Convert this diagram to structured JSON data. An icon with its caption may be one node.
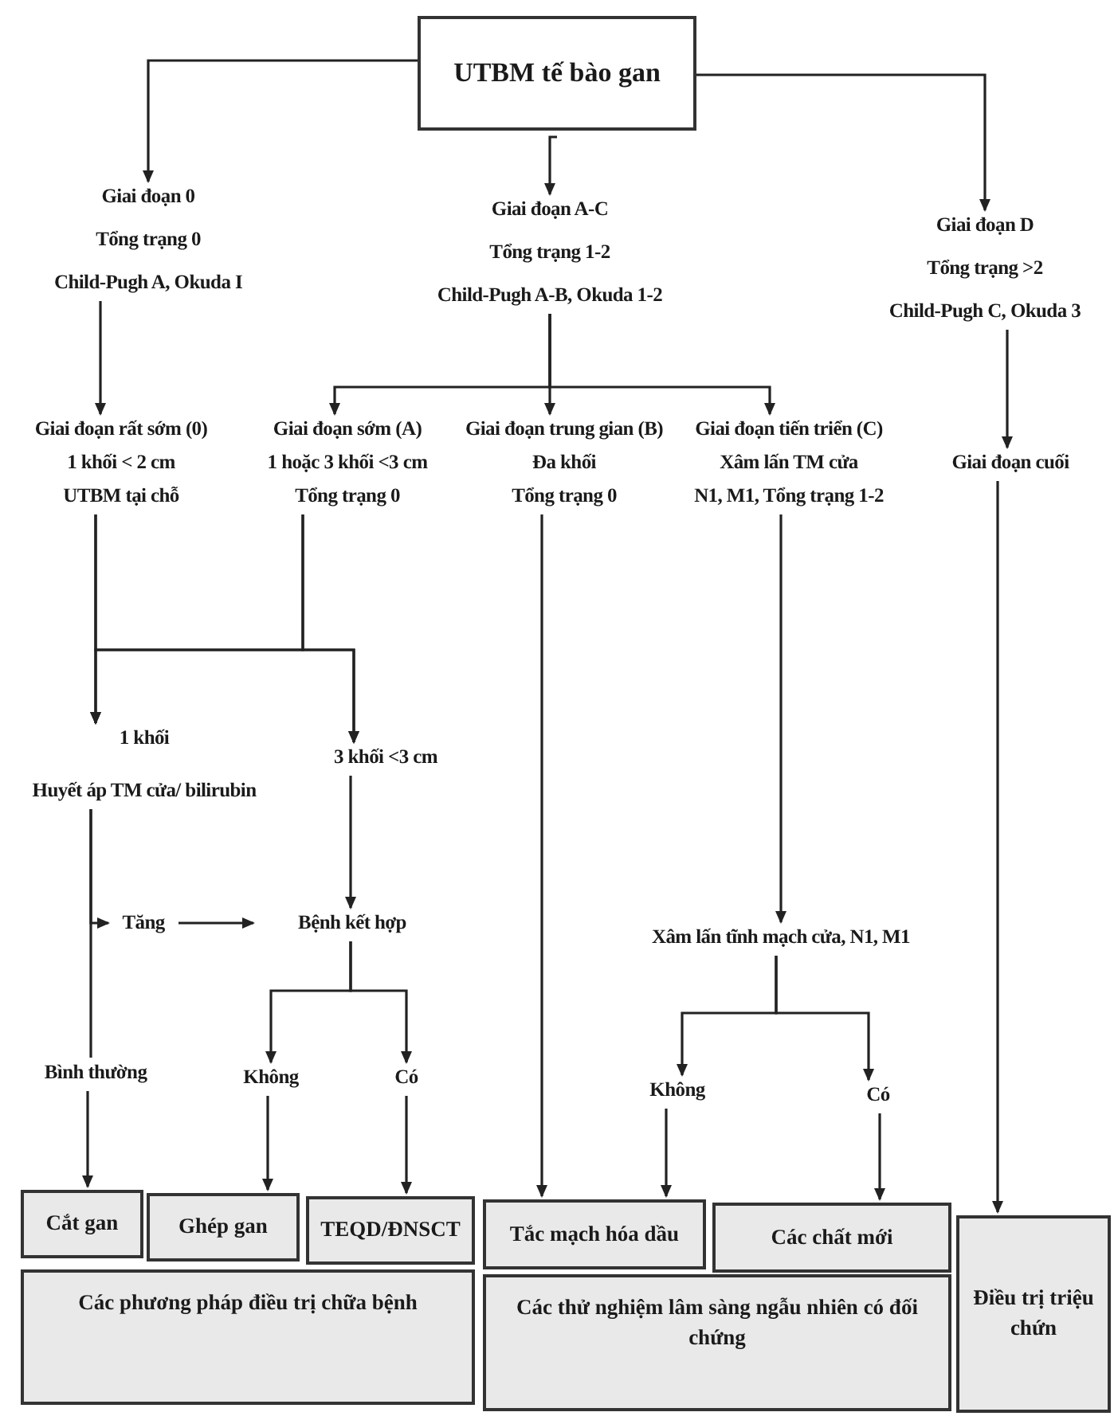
{
  "diagram": {
    "nodes": [
      {
        "text": [
          "UTBM tế bào gan"
        ]
      },
      {
        "text": [
          "Giai đoạn 0",
          "Tổng trạng 0",
          "Child-Pugh A, Okuda I"
        ]
      },
      {
        "text": [
          "Giai đoạn A-C",
          "Tổng trạng 1-2",
          "Child-Pugh A-B, Okuda 1-2"
        ]
      },
      {
        "text": [
          "Giai đoạn D",
          "Tổng trạng >2",
          "Child-Pugh C, Okuda 3"
        ]
      },
      {
        "text": [
          "Giai đoạn rất sớm (0)",
          "1 khối < 2 cm",
          "UTBM tại chỗ"
        ]
      },
      {
        "text": [
          "Giai đoạn sớm (A)",
          "1 hoặc 3 khối <3 cm",
          "Tổng trạng 0"
        ]
      },
      {
        "text": [
          "Giai đoạn trung gian (B)",
          "Đa khối",
          "Tổng trạng 0"
        ]
      },
      {
        "text": [
          "Giai đoạn tiến triển (C)",
          "Xâm lấn TM cửa",
          "N1, M1, Tổng trạng 1-2"
        ]
      },
      {
        "text": [
          "Giai đoạn cuối"
        ]
      },
      {
        "text": [
          "1 khối",
          "Huyết áp TM cửa/ bilirubin"
        ]
      },
      {
        "text": [
          "3 khối <3 cm"
        ]
      },
      {
        "text": [
          "Tăng"
        ]
      },
      {
        "text": [
          "Bệnh kết hợp"
        ]
      },
      {
        "text": [
          "Bình thường"
        ]
      },
      {
        "text": [
          "Không"
        ]
      },
      {
        "text": [
          "Có"
        ]
      },
      {
        "text": [
          "Xâm lấn tĩnh mạch cửa, N1, M1"
        ]
      },
      {
        "text": [
          "Không"
        ]
      },
      {
        "text": [
          "Có"
        ]
      },
      {
        "text": [
          "Cắt gan"
        ]
      },
      {
        "text": [
          "Ghép gan"
        ]
      },
      {
        "text": [
          "TEQD/ĐNSCT"
        ]
      },
      {
        "text": [
          "Tắc mạch hóa dầu"
        ]
      },
      {
        "text": [
          "Các chất mới"
        ]
      },
      {
        "text": [
          "Các phương pháp điều trị chữa bệnh"
        ]
      },
      {
        "text": [
          "Các thử nghiệm lâm sàng ngẫu nhiên có đối chứng"
        ]
      },
      {
        "text": [
          "Điều trị triệu chứn"
        ]
      }
    ],
    "edges": [
      {
        "from": 0,
        "to": 1,
        "arrow": "to"
      },
      {
        "from": 0,
        "to": 2,
        "arrow": "to"
      },
      {
        "from": 0,
        "to": 3,
        "arrow": "to"
      },
      {
        "from": 1,
        "to": 4,
        "arrow": "to"
      },
      {
        "from": 2,
        "to": 5,
        "arrow": "to"
      },
      {
        "from": 2,
        "to": 6,
        "arrow": "to"
      },
      {
        "from": 2,
        "to": 7,
        "arrow": "to"
      },
      {
        "from": 3,
        "to": 8,
        "arrow": "to"
      },
      {
        "from": 4,
        "to": 9,
        "arrow": "to"
      },
      {
        "from": 4,
        "to": 10,
        "arrow": "to"
      },
      {
        "from": 5,
        "to": 9,
        "arrow": "to"
      },
      {
        "from": 5,
        "to": 10,
        "arrow": "to"
      },
      {
        "from": 6,
        "to": 22,
        "arrow": "to"
      },
      {
        "from": 7,
        "to": 16,
        "arrow": "to"
      },
      {
        "from": 8,
        "to": 26,
        "arrow": "to"
      },
      {
        "from": 9,
        "to": 11,
        "arrow": "to"
      },
      {
        "from": 9,
        "to": 13,
        "arrow": "none"
      },
      {
        "from": 11,
        "to": 12,
        "arrow": "to"
      },
      {
        "from": 10,
        "to": 12,
        "arrow": "to"
      },
      {
        "from": 12,
        "to": 14,
        "arrow": "to"
      },
      {
        "from": 12,
        "to": 15,
        "arrow": "to"
      },
      {
        "from": 13,
        "to": 19,
        "arrow": "to"
      },
      {
        "from": 14,
        "to": 20,
        "arrow": "to"
      },
      {
        "from": 15,
        "to": 21,
        "arrow": "to"
      },
      {
        "from": 16,
        "to": 17,
        "arrow": "to"
      },
      {
        "from": 16,
        "to": 18,
        "arrow": "to"
      },
      {
        "from": 17,
        "to": 22,
        "arrow": "to"
      },
      {
        "from": 18,
        "to": 23,
        "arrow": "to"
      }
    ]
  }
}
